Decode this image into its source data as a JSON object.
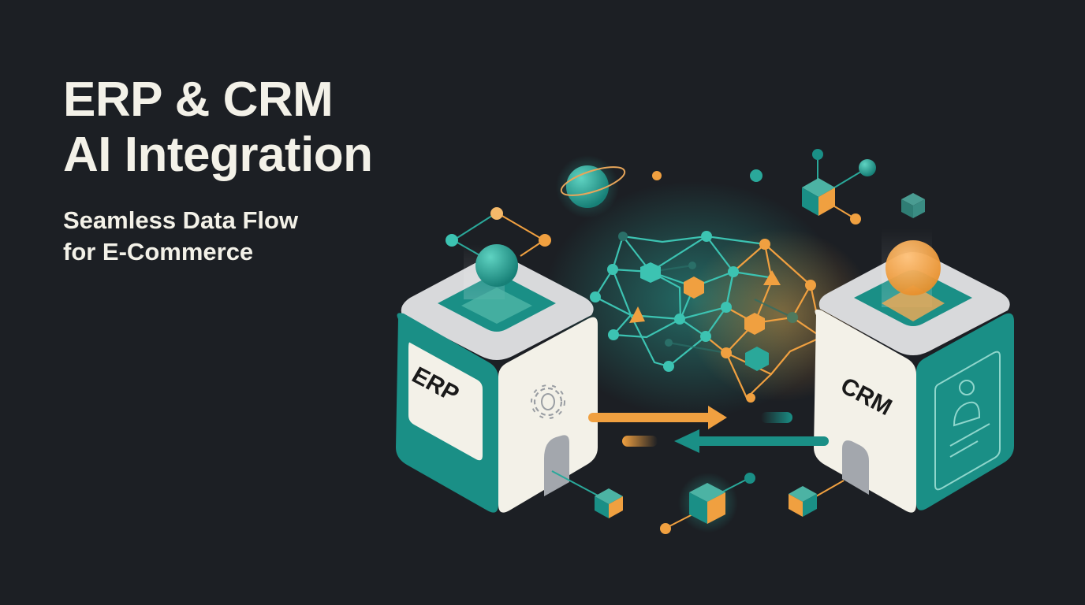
{
  "hero": {
    "title_line1": "ERP & CRM",
    "title_line2": "AI Integration",
    "subtitle_line1": "Seamless Data Flow",
    "subtitle_line2": "for E-Commerce"
  },
  "illustration": {
    "left_box_label": "ERP",
    "right_box_label": "CRM",
    "left_box_icon": "gear-icon",
    "right_box_icon": "contact-card-icon",
    "center_icon": "neural-network-brain-icon",
    "arrow_right": "orange arrow ERP to CRM",
    "arrow_left": "teal arrow CRM to ERP"
  },
  "colors": {
    "background": "#1c1f24",
    "teal": "#1a8f86",
    "teal_light": "#3cc3b2",
    "orange": "#f0a040",
    "off_white": "#f3f1e8",
    "grey": "#a3a7ad"
  }
}
